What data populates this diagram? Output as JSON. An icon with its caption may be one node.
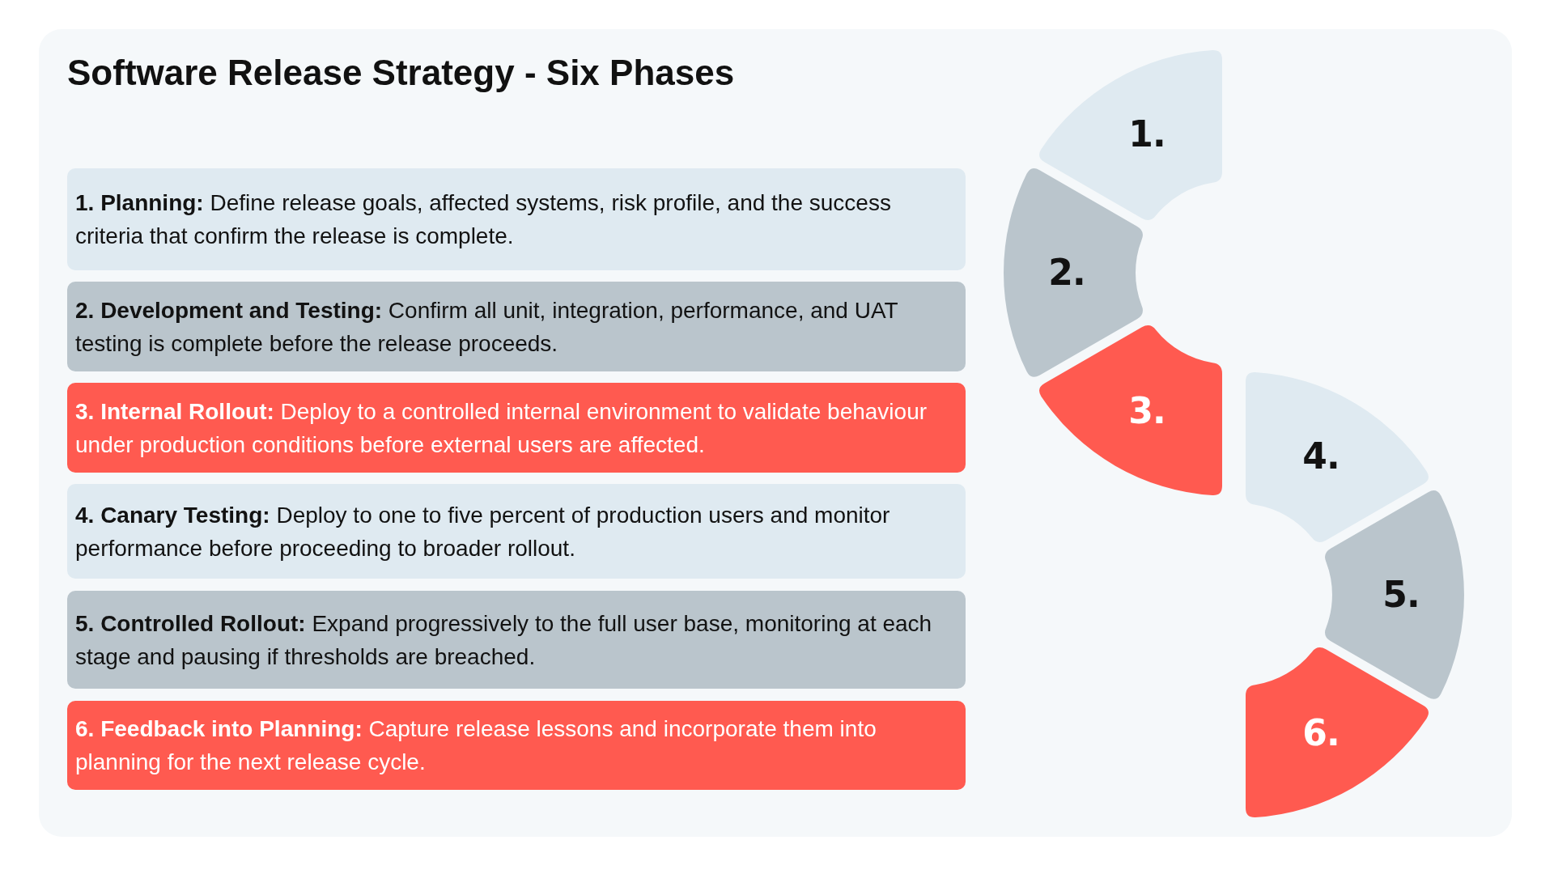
{
  "diagram": {
    "title": "Software Release Strategy - Six Phases",
    "nodes": [
      {
        "text": [
          "**1. Planning:** Define release goals, affected systems, risk profile, and the success criteria that confirm the release is complete."
        ]
      },
      {
        "text": [
          "**2. Development and Testing:** Confirm all unit, integration, performance, and UAT testing is complete before the release proceeds."
        ]
      },
      {
        "text": [
          "**3. Internal Rollout:** Deploy to a controlled internal environment to validate behaviour under production conditions before external users are affected."
        ]
      },
      {
        "text": [
          "**4. Canary Testing:** Deploy to one to five percent of production users and monitor performance before proceeding to broader rollout."
        ]
      },
      {
        "text": [
          "**5. Controlled Rollout:** Expand progressively to the full user base, monitoring at each stage and pausing if thresholds are breached."
        ]
      },
      {
        "text": [
          "**6. Feedback into Planning:** Capture release lessons and incorporate them into planning for the next release cycle."
        ]
      },
      {
        "text": [
          "1."
        ]
      },
      {
        "text": [
          "2."
        ]
      },
      {
        "text": [
          "3."
        ]
      },
      {
        "text": [
          "4."
        ]
      },
      {
        "text": [
          "5."
        ]
      },
      {
        "text": [
          "6."
        ]
      }
    ]
  }
}
